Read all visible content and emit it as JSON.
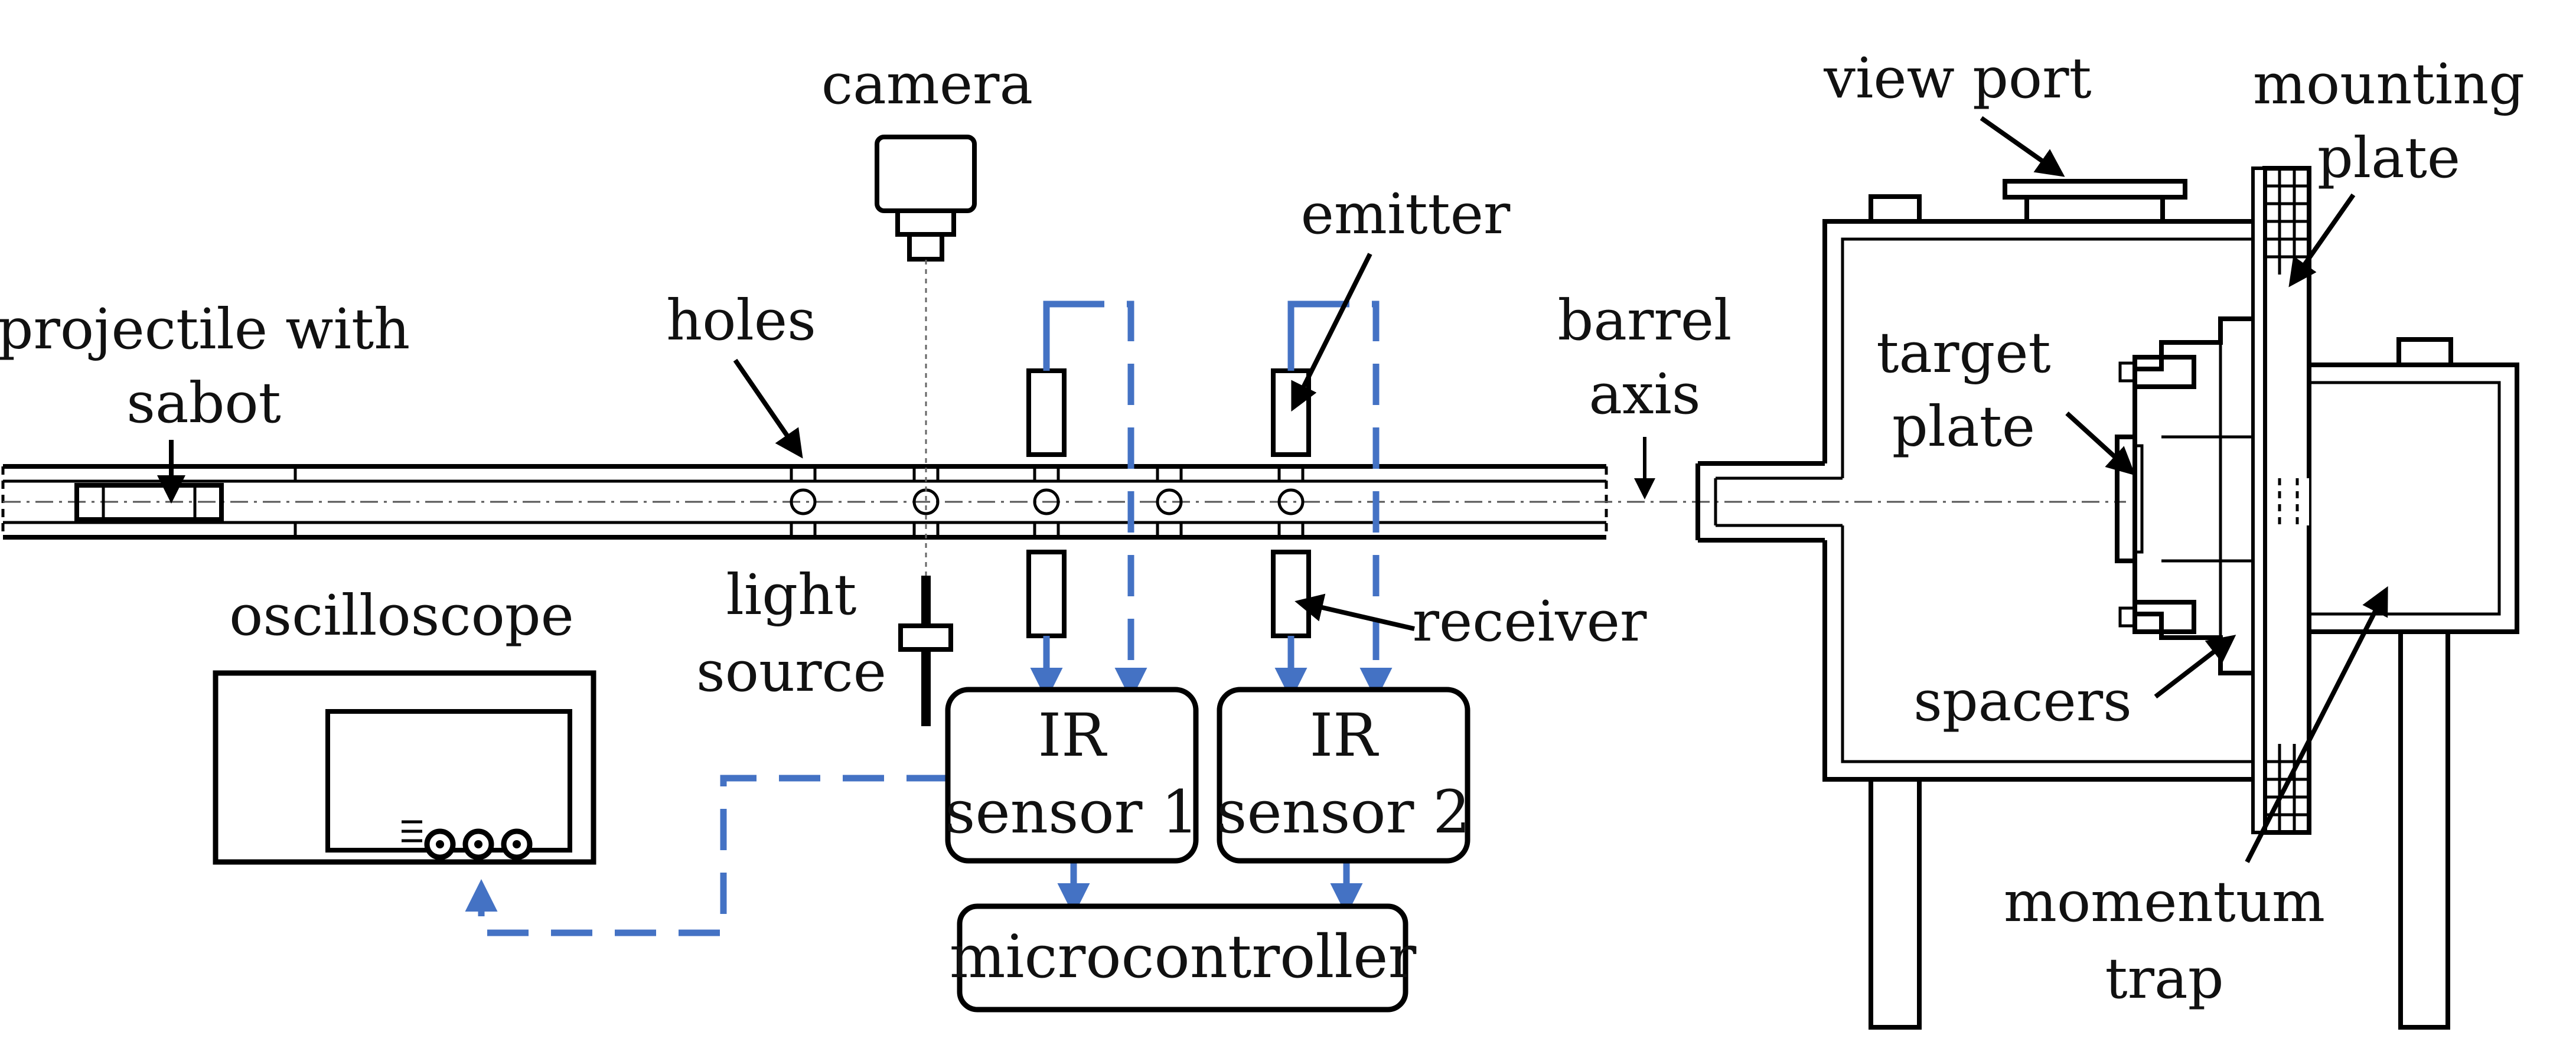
{
  "labels": {
    "camera": "camera",
    "emitter": "emitter",
    "holes": "holes",
    "projectile_line1": "projectile with",
    "projectile_line2": "sabot",
    "barrel_line1": "barrel",
    "barrel_line2": "axis",
    "light_line1": "light",
    "light_line2": "source",
    "receiver": "receiver",
    "oscilloscope": "oscilloscope",
    "view_port": "view port",
    "mounting_line1": "mounting",
    "mounting_line2": "plate",
    "target_line1": "target",
    "target_line2": "plate",
    "spacers": "spacers",
    "momentum_line1": "momentum",
    "momentum_line2": "trap"
  },
  "boxes": {
    "ir1_line1": "IR",
    "ir1_line2": "sensor 1",
    "ir2_line1": "IR",
    "ir2_line2": "sensor 2",
    "microcontroller": "microcontroller"
  },
  "colors": {
    "signal": "#4472c4",
    "outline": "#000000"
  }
}
